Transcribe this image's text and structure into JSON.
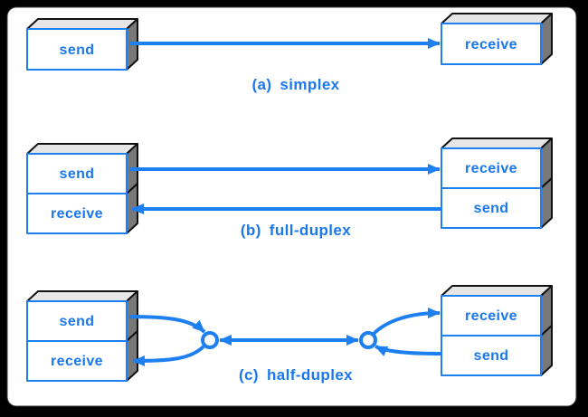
{
  "figure": {
    "accent_color": "#1e80f0",
    "box_top_color": "#e6e6e6",
    "box_side_color": "#787878",
    "frame_color": "#000000",
    "canvas_color": "#ffffff",
    "sections": [
      {
        "caption_prefix": "(a)",
        "caption_label": "simplex",
        "left_box": {
          "labels": [
            "send"
          ]
        },
        "right_box": {
          "labels": [
            "receive"
          ]
        }
      },
      {
        "caption_prefix": "(b)",
        "caption_label": "full-duplex",
        "left_box": {
          "labels": [
            "send",
            "receive"
          ]
        },
        "right_box": {
          "labels": [
            "receive",
            "send"
          ]
        }
      },
      {
        "caption_prefix": "(c)",
        "caption_label": "half-duplex",
        "left_box": {
          "labels": [
            "send",
            "receive"
          ]
        },
        "right_box": {
          "labels": [
            "receive",
            "send"
          ]
        }
      }
    ]
  }
}
